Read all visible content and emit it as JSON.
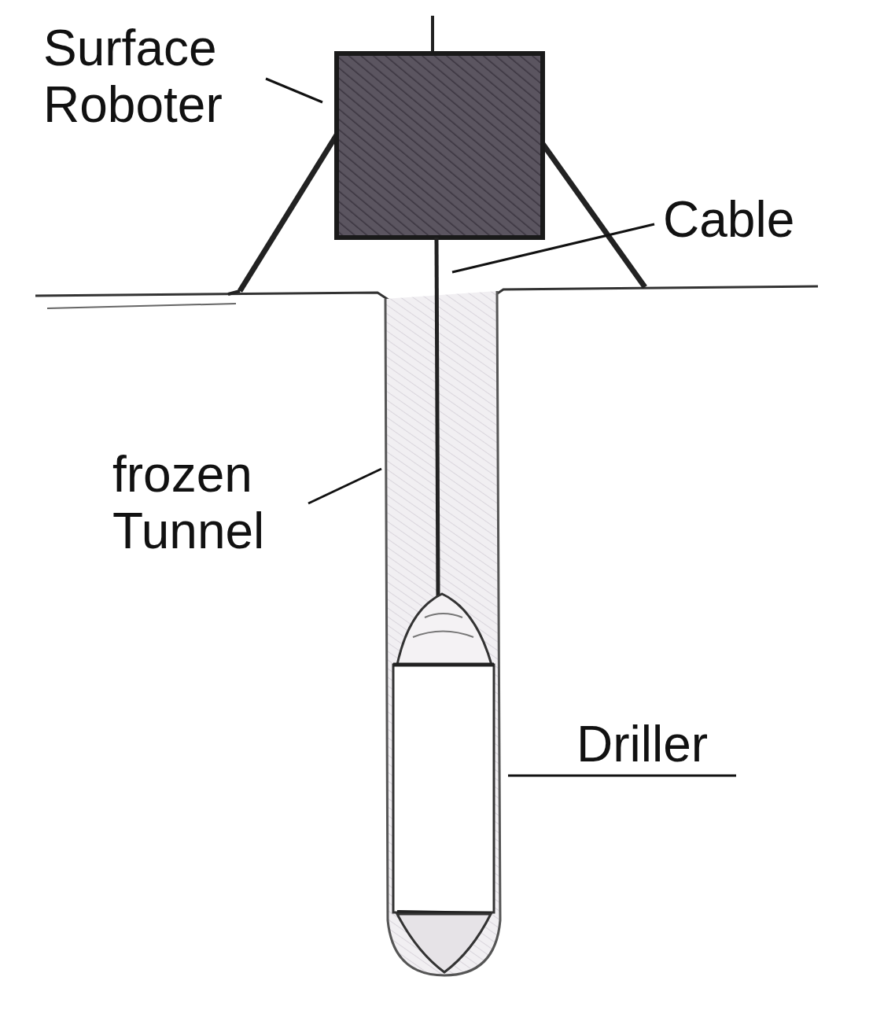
{
  "diagram": {
    "labels": [
      "Surface Roboter",
      "Cable",
      "frozen Tunnel",
      "Driller"
    ]
  }
}
